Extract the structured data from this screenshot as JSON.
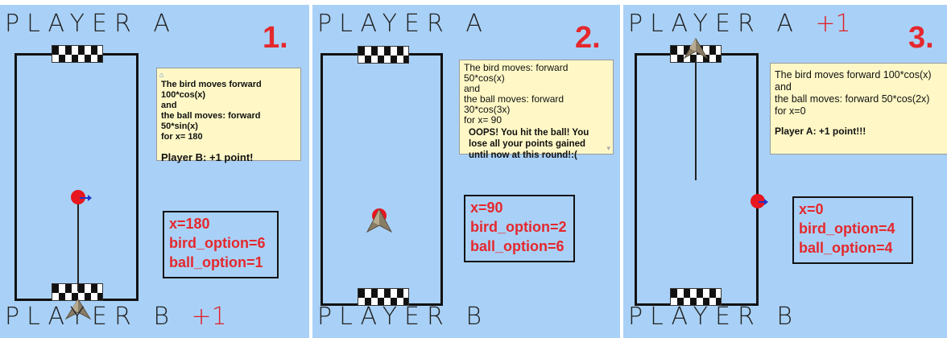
{
  "panels": [
    {
      "number": "1.",
      "player_a": "PLAYER A",
      "player_a_bonus": "",
      "player_b": "PLAYER B",
      "player_b_bonus": "+1",
      "message": {
        "line1": "The bird moves forward 100*cos(x)",
        "line2": "and",
        "line3": "the ball moves: forward 50*sin(x)",
        "line4": "for x= 180",
        "result": "Player B: +1 point!"
      },
      "vars": [
        "x=180",
        "bird_option=6",
        "ball_option=1"
      ]
    },
    {
      "number": "2.",
      "player_a": "PLAYER A",
      "player_a_bonus": "",
      "player_b": "PLAYER B",
      "player_b_bonus": "",
      "message": {
        "line1": "The bird moves: forward 50*cos(x)",
        "line2": "and",
        "line3": "the ball moves: forward 30*cos(3x)",
        "line4": "for x= 90",
        "result": "OOPS! You hit the ball! You lose all your points gained until now at this round!:("
      },
      "vars": [
        "x=90",
        "bird_option=2",
        "ball_option=6"
      ]
    },
    {
      "number": "3.",
      "player_a": "PLAYER A",
      "player_a_bonus": "+1",
      "player_b": "PLAYER B",
      "player_b_bonus": "",
      "message": {
        "line1": "The bird moves forward 100*cos(x)",
        "line2": "and",
        "line3": "the ball moves: forward 50*cos(2x)",
        "line4": "for x=0",
        "result": "Player A: +1 point!!!"
      },
      "vars": [
        "x=0",
        "bird_option=4",
        "ball_option=4"
      ]
    }
  ]
}
